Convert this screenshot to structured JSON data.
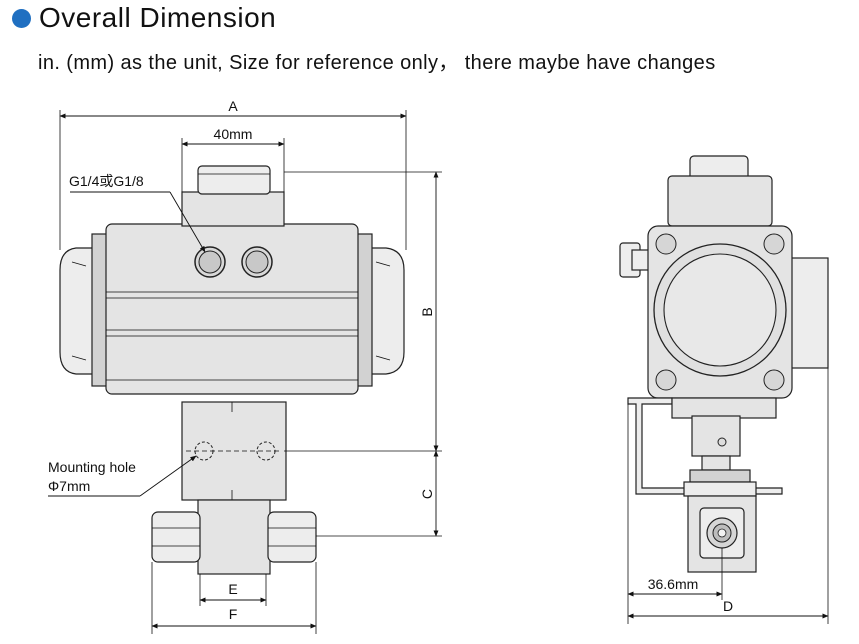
{
  "header": {
    "title": "Overall Dimension",
    "subtitle": "in. (mm) as the unit, Size for reference only， there maybe have changes",
    "bullet_color": "#1f6fc1"
  },
  "front_view": {
    "dim_a": "A",
    "dim_40": "40mm",
    "port_label": "G1/4或G1/8",
    "dim_b": "B",
    "dim_c": "C",
    "mounting_hole_line1": "Mounting hole",
    "mounting_hole_line2": "Φ7mm",
    "dim_e": "E",
    "dim_f": "F"
  },
  "side_view": {
    "dim_366": "36.6mm",
    "dim_d": "D"
  }
}
